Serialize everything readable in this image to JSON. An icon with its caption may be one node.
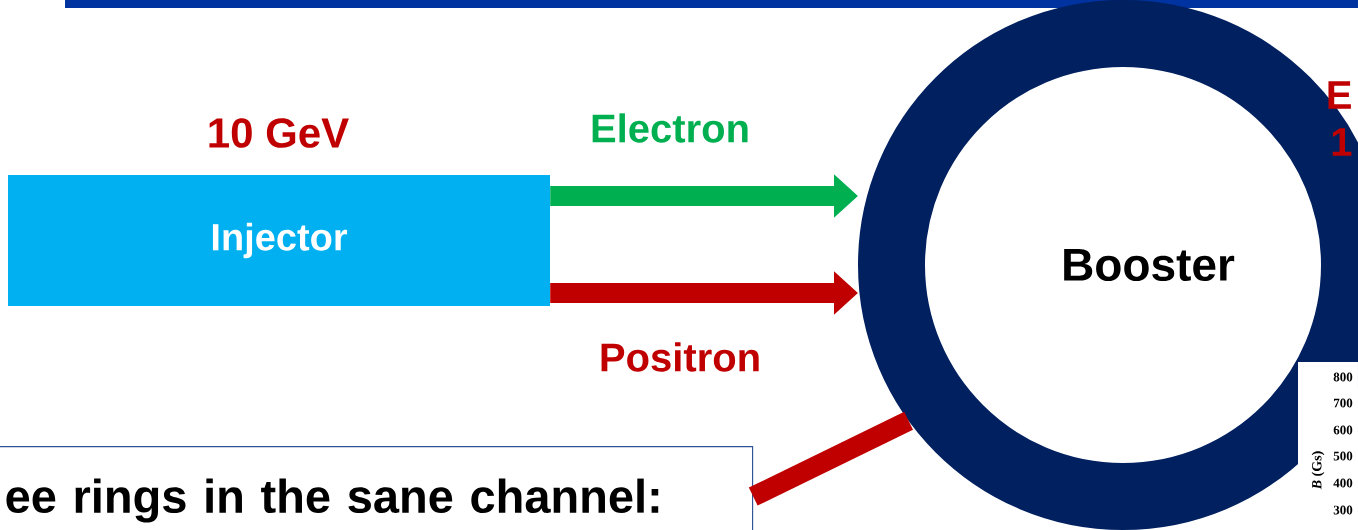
{
  "diagram": {
    "nodes": [
      {
        "text": [
          "10 GeV",
          "Injector"
        ]
      },
      {
        "text": [
          "Booster"
        ]
      },
      {
        "text": [
          "ee rings in the sane channel:"
        ]
      }
    ],
    "edges": [
      {
        "from": 0,
        "to": 1,
        "arrow": "to",
        "label": "Electron",
        "color": "#00b050"
      },
      {
        "from": 0,
        "to": 1,
        "arrow": "to",
        "label": "Positron",
        "color": "#c00000"
      },
      {
        "from": 1,
        "to": 2,
        "arrow": "none",
        "color": "#c00000"
      }
    ],
    "labels": [
      "E",
      "1",
      "800",
      "700",
      "600",
      "500",
      "400",
      "300",
      "*B* (Gs)"
    ]
  }
}
